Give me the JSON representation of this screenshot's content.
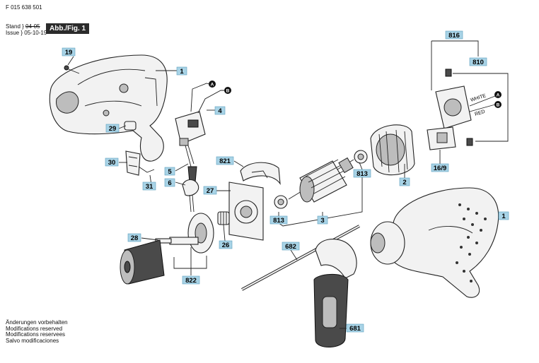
{
  "header": {
    "doc_number": "F 015 638 501",
    "stand_label": "Stand",
    "stand_old": "04-05",
    "issue_label": "Issue",
    "issue_date": "05-10-19",
    "figure": "Abb./Fig. 1"
  },
  "wire_labels": {
    "white": "WHITE",
    "red": "RED",
    "a": "A",
    "b": "B"
  },
  "parts": [
    {
      "id": "1a",
      "label": "1"
    },
    {
      "id": "19",
      "label": "19"
    },
    {
      "id": "29",
      "label": "29"
    },
    {
      "id": "30",
      "label": "30"
    },
    {
      "id": "31",
      "label": "31"
    },
    {
      "id": "4",
      "label": "4"
    },
    {
      "id": "5",
      "label": "5"
    },
    {
      "id": "6",
      "label": "6"
    },
    {
      "id": "821",
      "label": "821"
    },
    {
      "id": "27",
      "label": "27"
    },
    {
      "id": "28",
      "label": "28"
    },
    {
      "id": "26",
      "label": "26"
    },
    {
      "id": "822",
      "label": "822"
    },
    {
      "id": "813a",
      "label": "813"
    },
    {
      "id": "3",
      "label": "3"
    },
    {
      "id": "813b",
      "label": "813"
    },
    {
      "id": "2",
      "label": "2"
    },
    {
      "id": "816",
      "label": "816"
    },
    {
      "id": "810",
      "label": "810"
    },
    {
      "id": "16/9",
      "label": "16/9"
    },
    {
      "id": "1b",
      "label": "1"
    },
    {
      "id": "682",
      "label": "682"
    },
    {
      "id": "681",
      "label": "681"
    }
  ],
  "footer_notes": [
    "Änderungen vorbehalten",
    "Modifications reserved",
    "Modifications reservees",
    "Salvo modificaciones"
  ]
}
